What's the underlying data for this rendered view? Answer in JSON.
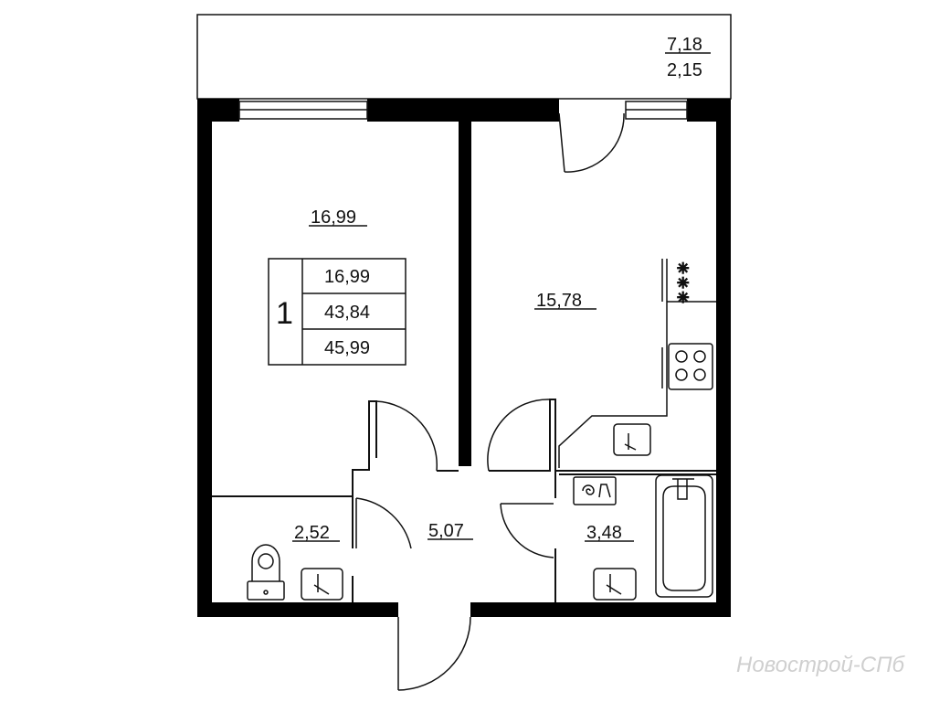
{
  "balcony": {
    "area": "7,18",
    "area_coef": "2,15"
  },
  "rooms": {
    "bedroom": "16,99",
    "kitchen": "15,78",
    "wc": "2,52",
    "hall": "5,07",
    "bathroom": "3,48"
  },
  "summary": {
    "rooms_count": "1",
    "living_area": "16,99",
    "total_area": "43,84",
    "total_with_balcony": "45,99"
  },
  "watermark": "Новострой-СПб",
  "colors": {
    "wall": "#000000",
    "line": "#111111",
    "watermark": "#cfcfcf"
  }
}
